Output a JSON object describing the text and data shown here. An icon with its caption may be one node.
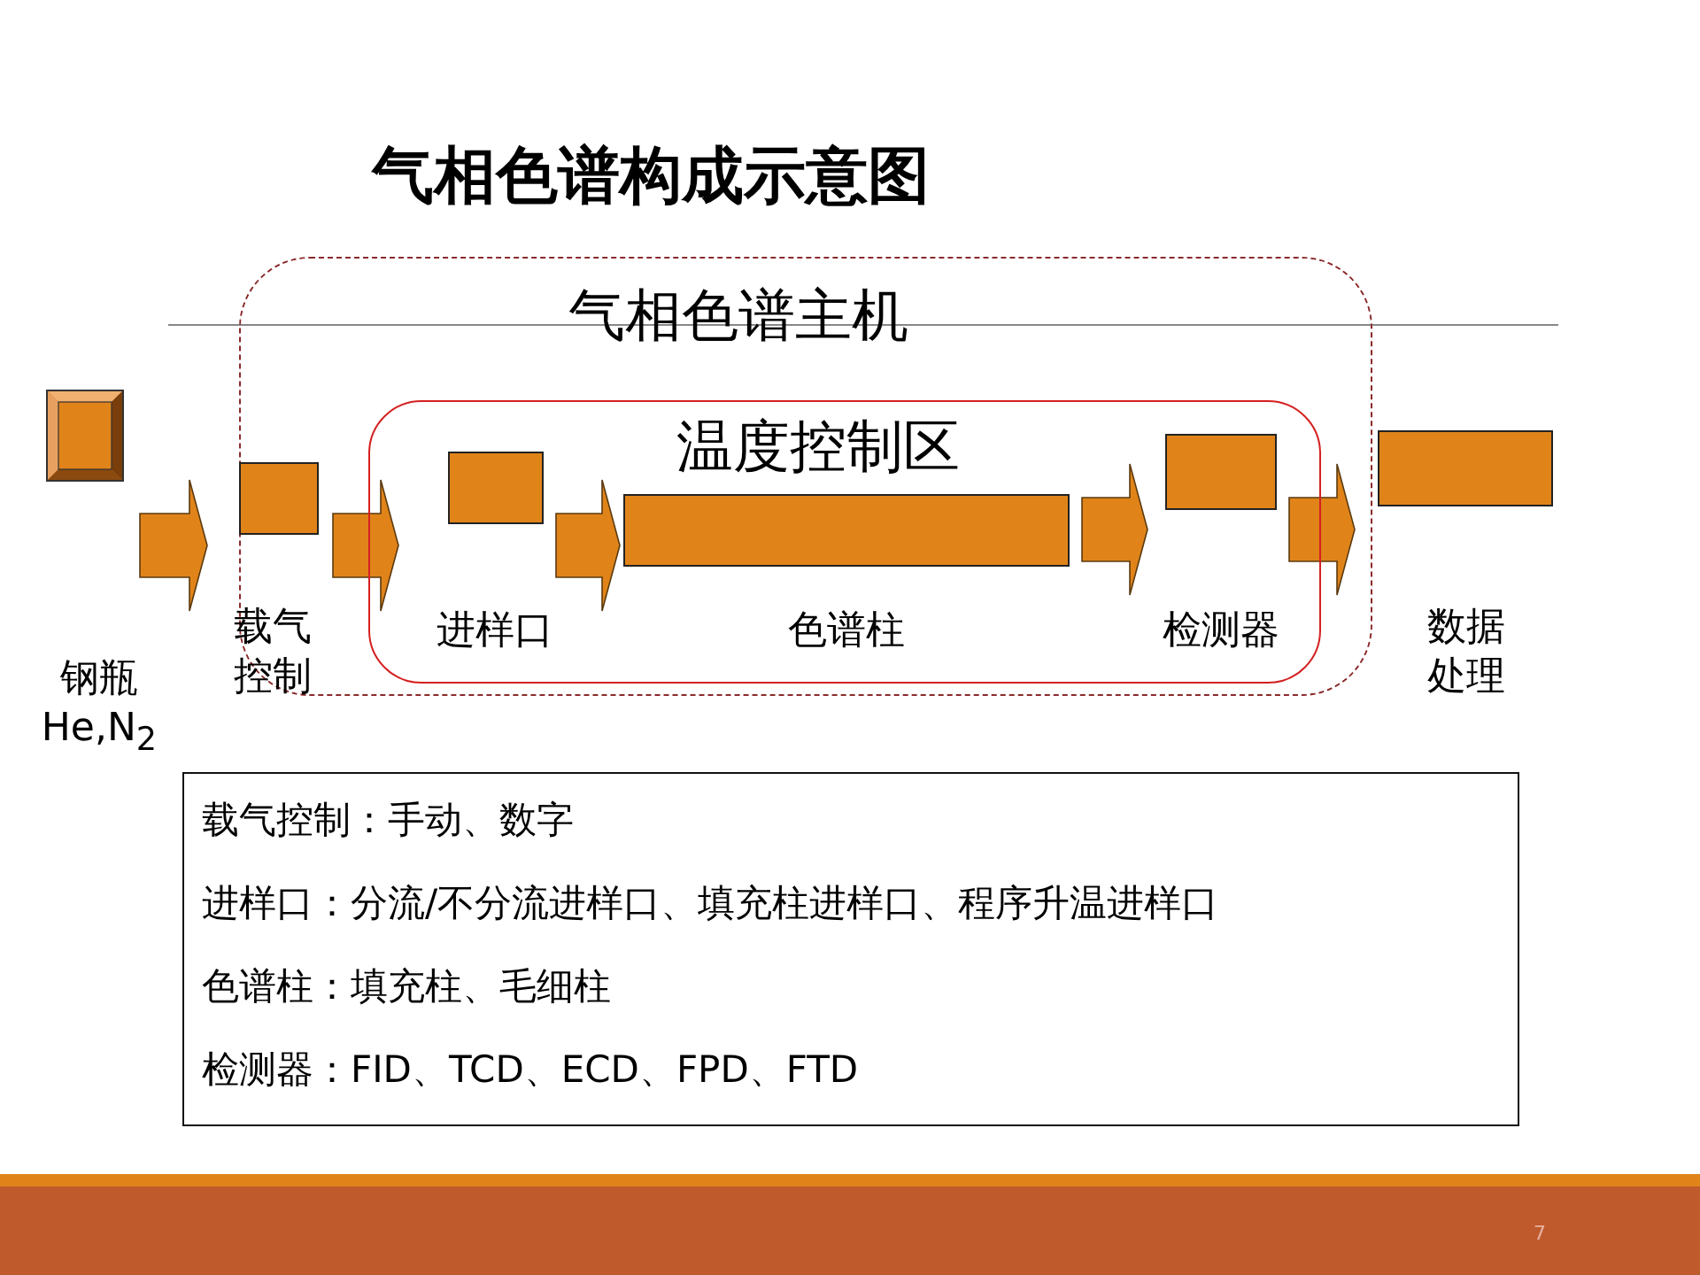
{
  "diagram": {
    "title": "气相色谱构成示意图",
    "nodes": [
      {
        "text": [
          "气相色谱主机"
        ]
      },
      {
        "text": [
          "温度控制区"
        ],
        "in": 0
      },
      {
        "text": [],
        "shape": "box"
      },
      {
        "text": [
          "载气控制"
        ],
        "in": 0
      },
      {
        "text": [
          "进样口"
        ],
        "in": 1
      },
      {
        "text": [
          "色谱柱"
        ],
        "in": 1
      },
      {
        "text": [
          "检测器"
        ],
        "in": 1
      },
      {
        "text": [
          "数据处理"
        ]
      }
    ],
    "edges": [
      {
        "from": 2,
        "to": 3,
        "arrow": "to"
      },
      {
        "from": 3,
        "to": 4,
        "arrow": "to"
      },
      {
        "from": 4,
        "to": 5,
        "arrow": "to"
      },
      {
        "from": 5,
        "to": 6,
        "arrow": "to"
      },
      {
        "from": 6,
        "to": 7,
        "arrow": "to"
      }
    ],
    "labels": [
      "钢瓶 He,N$_{2}$",
      "载气控制：手动、数字",
      "进样口：分流/不分流进样口、填充柱进样口、程序升温进样口",
      "色谱柱：填充柱、毛细柱",
      "检测器：FID、TCD、ECD、FPD、FTD",
      "7"
    ]
  }
}
